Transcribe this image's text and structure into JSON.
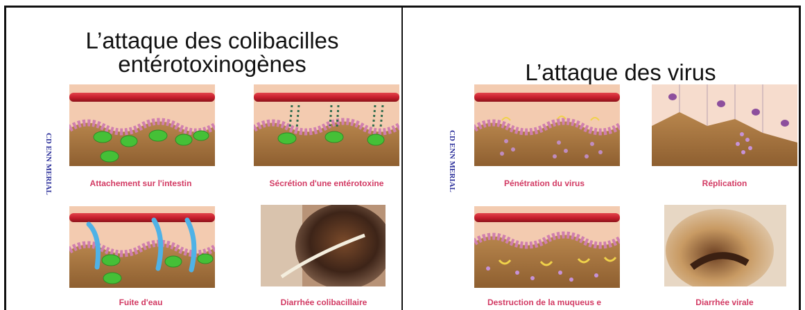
{
  "colors": {
    "caption": "#d23a63",
    "vertical_label": "#2b2f9a",
    "vessel": "#c8202e",
    "tissue": "#f1c7a9",
    "lumen": "#a8743f",
    "bacteria": "#45c037",
    "virus": "#c692d8",
    "water": "#4fb2e6"
  },
  "left": {
    "title": "L’attaque des colibacilles entérotoxinogènes",
    "vertical_label": "CD ENN MERIAL",
    "panels": [
      {
        "caption": "Attachement sur l'intestin",
        "image": "bacteria-attaching-diagram"
      },
      {
        "caption": "Sécrétion d'une entérotoxine",
        "image": "enterotoxin-secretion-diagram"
      },
      {
        "caption": "Fuite d'eau",
        "image": "water-leak-diagram"
      },
      {
        "caption": "Diarrhée colibacillaire",
        "image": "colibacillary-diarrhea-photo"
      }
    ]
  },
  "right": {
    "title": "L’attaque des virus",
    "vertical_label": "CD ENN MERIAL",
    "panels": [
      {
        "caption": "Pénétration du virus",
        "image": "virus-penetration-diagram"
      },
      {
        "caption": "Réplication",
        "image": "replication-diagram"
      },
      {
        "caption": "Destruction de la muqueus e",
        "image": "mucosa-destruction-diagram"
      },
      {
        "caption": "Diarrhée virale",
        "image": "viral-diarrhea-photo"
      }
    ]
  }
}
